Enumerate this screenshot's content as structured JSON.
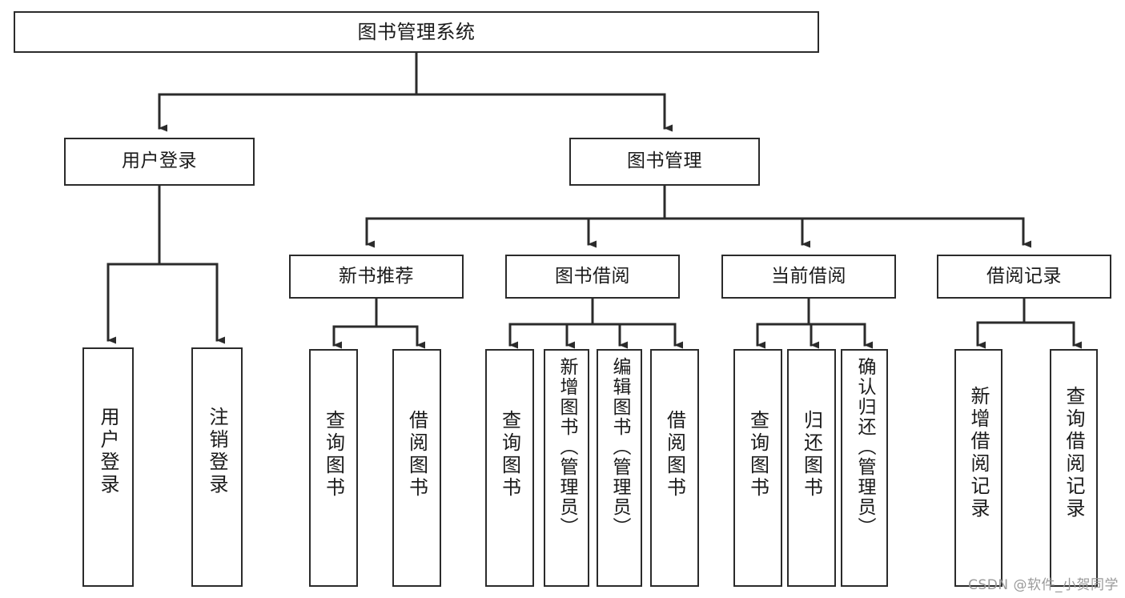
{
  "diagram": {
    "title": "图书管理系统",
    "watermark": "CSDN @软件_小贺同学",
    "line_color": "#2b2b2b",
    "box_fill": "#ffffff",
    "text_color": "#1a1a1a",
    "watermark_color": "#9a9a9a",
    "root": {
      "id": "root",
      "label": "图书管理系统"
    },
    "level2": [
      {
        "id": "user-login",
        "label": "用户登录"
      },
      {
        "id": "book-management",
        "label": "图书管理"
      }
    ],
    "level3": [
      {
        "id": "new-book-recommend",
        "label": "新书推荐",
        "parent": "book-management"
      },
      {
        "id": "book-borrow",
        "label": "图书借阅",
        "parent": "book-management"
      },
      {
        "id": "current-borrow",
        "label": "当前借阅",
        "parent": "book-management"
      },
      {
        "id": "borrow-record",
        "label": "借阅记录",
        "parent": "book-management"
      }
    ],
    "leaves": [
      {
        "id": "leaf-user-login",
        "label": "用户登录",
        "parent": "user-login"
      },
      {
        "id": "leaf-logout-login",
        "label": "注销登录",
        "parent": "user-login"
      },
      {
        "id": "leaf-query-book-1",
        "label": "查询图书",
        "parent": "new-book-recommend"
      },
      {
        "id": "leaf-borrow-book-1",
        "label": "借阅图书",
        "parent": "new-book-recommend"
      },
      {
        "id": "leaf-query-book-2",
        "label": "查询图书",
        "parent": "book-borrow"
      },
      {
        "id": "leaf-add-book",
        "label": "新增图书（管理员）",
        "parent": "book-borrow"
      },
      {
        "id": "leaf-edit-book",
        "label": "编辑图书（管理员）",
        "parent": "book-borrow"
      },
      {
        "id": "leaf-borrow-book-2",
        "label": "借阅图书",
        "parent": "book-borrow"
      },
      {
        "id": "leaf-query-book-3",
        "label": "查询图书",
        "parent": "current-borrow"
      },
      {
        "id": "leaf-return-book",
        "label": "归还图书",
        "parent": "current-borrow"
      },
      {
        "id": "leaf-confirm-return",
        "label": "确认归还（管理员）",
        "parent": "current-borrow"
      },
      {
        "id": "leaf-add-borrow-record",
        "label": "新增借阅记录",
        "parent": "borrow-record"
      },
      {
        "id": "leaf-query-borrow-record",
        "label": "查询借阅记录",
        "parent": "borrow-record"
      }
    ]
  }
}
